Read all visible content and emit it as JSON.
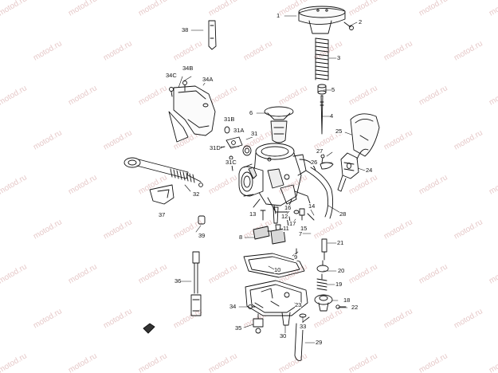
{
  "watermark": "motod.ru",
  "colors": {
    "ink": "#111111",
    "paper": "#ffffff",
    "watermark": "#e6c9c9",
    "shade": "#cfcfcf"
  },
  "callouts": {
    "c1": "1",
    "c2": "2",
    "c3": "3",
    "c4": "4",
    "c5": "5",
    "c6": "6",
    "c7": "7",
    "c8": "8",
    "c9": "9",
    "c10": "10",
    "c11": "11",
    "c12": "12",
    "c13": "13",
    "c14": "14",
    "c15": "15",
    "c16": "16",
    "c17": "17",
    "c18": "18",
    "c19": "19",
    "c20": "20",
    "c21": "21",
    "c22": "22",
    "c23": "23",
    "c24": "24",
    "c25": "25",
    "c26": "26",
    "c27": "27",
    "c28": "28",
    "c29": "29",
    "c30": "30",
    "c31": "31",
    "c31a": "31A",
    "c31b": "31B",
    "c31c": "31C",
    "c31d": "31D",
    "c32": "32",
    "c33": "33",
    "c34": "34",
    "c34a": "34A",
    "c34b": "34B",
    "c34c": "34C",
    "c35": "35",
    "c36": "36",
    "c37": "37",
    "c38": "38",
    "c39": "39"
  }
}
